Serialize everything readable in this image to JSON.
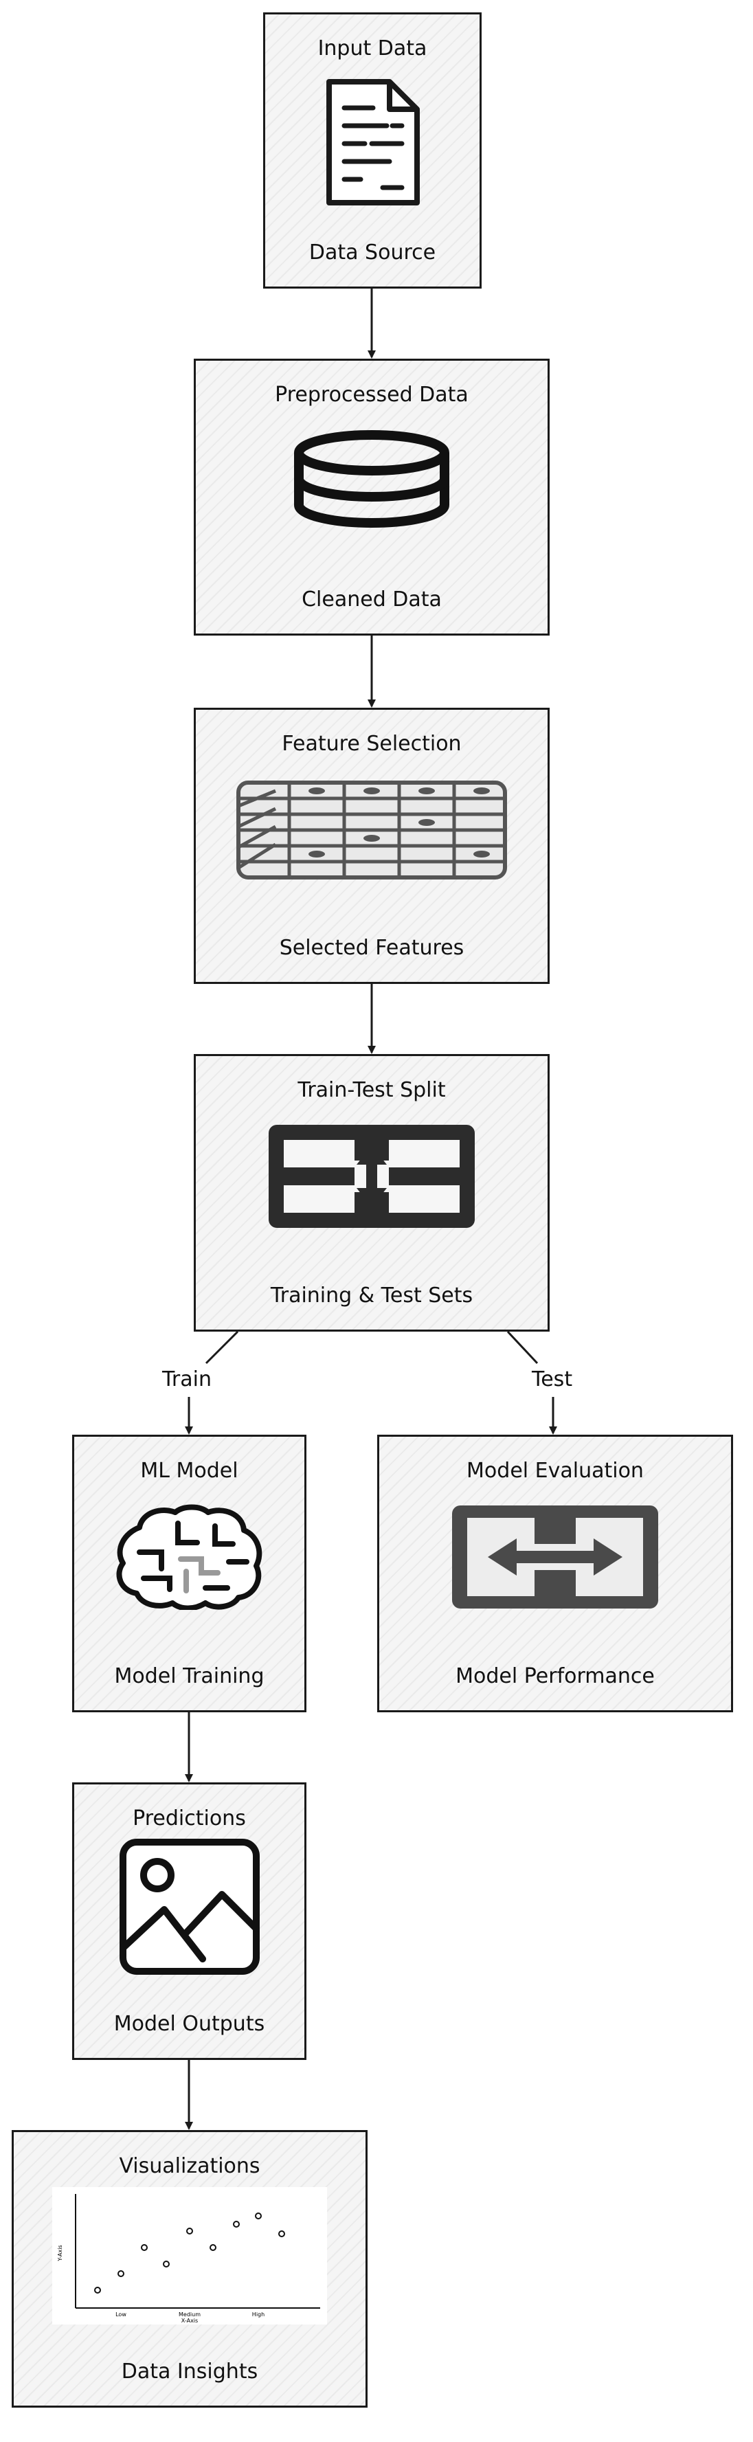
{
  "nodes": {
    "input": {
      "title": "Input Data",
      "caption": "Data Source",
      "icon": "document-icon"
    },
    "preprocessed": {
      "title": "Preprocessed Data",
      "caption": "Cleaned Data",
      "icon": "database-icon"
    },
    "features": {
      "title": "Feature Selection",
      "caption": "Selected Features",
      "icon": "table-icon"
    },
    "split": {
      "title": "Train-Test Split",
      "caption": "Training & Test Sets",
      "icon": "vertical-arrows-icon"
    },
    "model": {
      "title": "ML Model",
      "caption": "Model Training",
      "icon": "brain-icon"
    },
    "evaluation": {
      "title": "Model Evaluation",
      "caption": "Model Performance",
      "icon": "horizontal-arrows-icon"
    },
    "predictions": {
      "title": "Predictions",
      "caption": "Model Outputs",
      "icon": "image-icon"
    },
    "visualizations": {
      "title": "Visualizations",
      "caption": "Data Insights",
      "icon": "scatter-plot-icon",
      "plot": {
        "ylabel": "Y-Axis",
        "xlabel": "X-Axis",
        "xticks": [
          "Low",
          "Medium",
          "High"
        ]
      }
    }
  },
  "edges": {
    "train_label": "Train",
    "test_label": "Test"
  }
}
